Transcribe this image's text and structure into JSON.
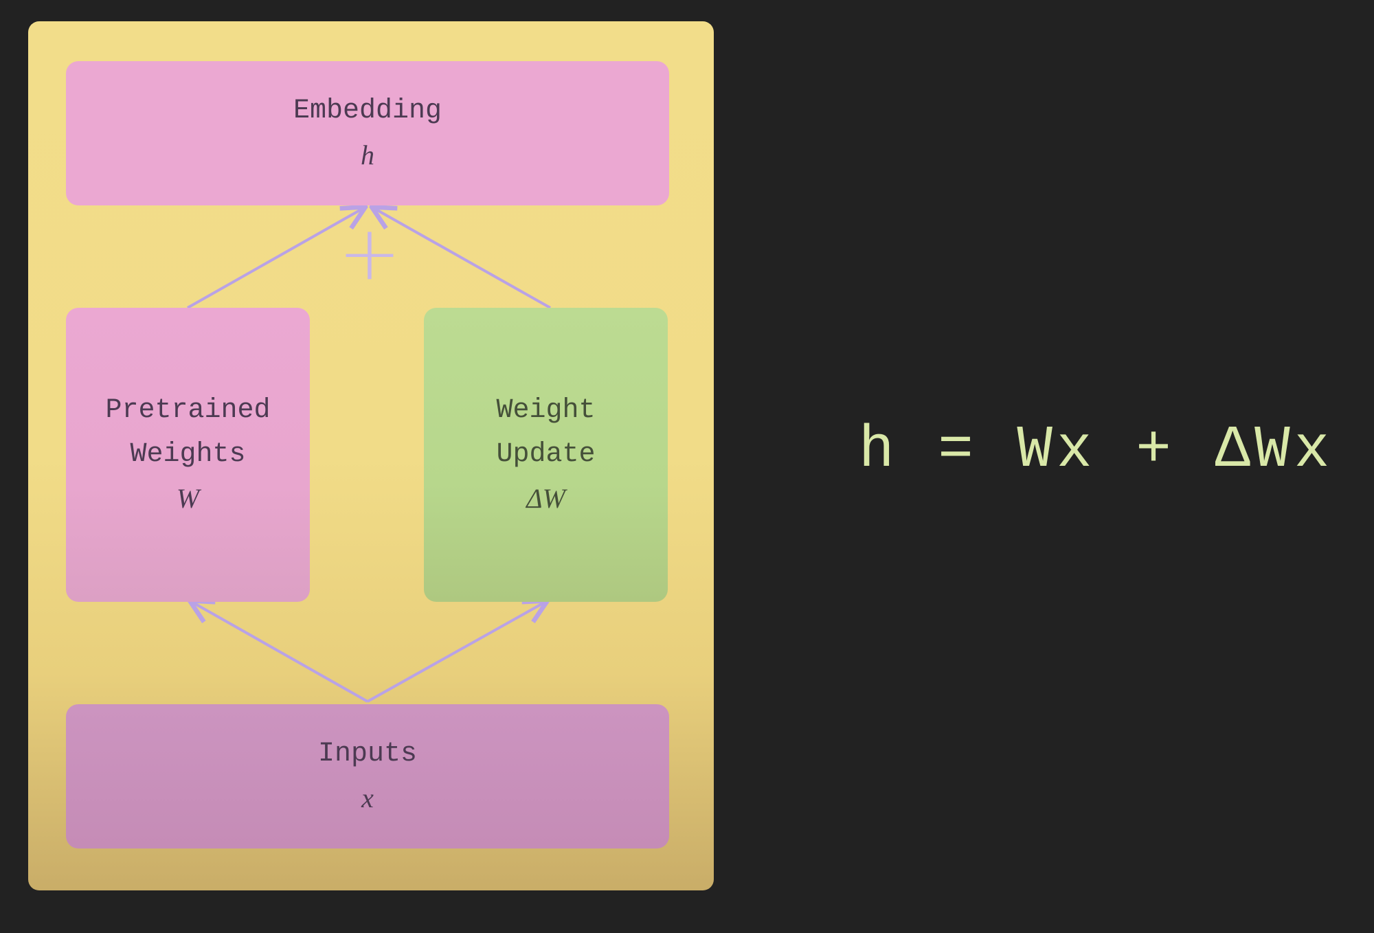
{
  "diagram": {
    "embedding": {
      "label": "Embedding",
      "symbol": "h"
    },
    "pretrained": {
      "line1": "Pretrained",
      "line2": "Weights",
      "symbol": "W"
    },
    "weight_update": {
      "line1": "Weight",
      "line2": "Update",
      "symbol": "ΔW"
    },
    "inputs": {
      "label": "Inputs",
      "symbol": "x"
    },
    "combine_operator": "+"
  },
  "equation": "h = Wx + ΔWx",
  "colors": {
    "background": "#222222",
    "panel": "#f2dd8a",
    "pink_box": "#eba8d2",
    "green_box": "#bcdb92",
    "inputs_box": "#c890bb",
    "arrow": "#b9a2e6",
    "equation_text": "#d9e8a8"
  }
}
